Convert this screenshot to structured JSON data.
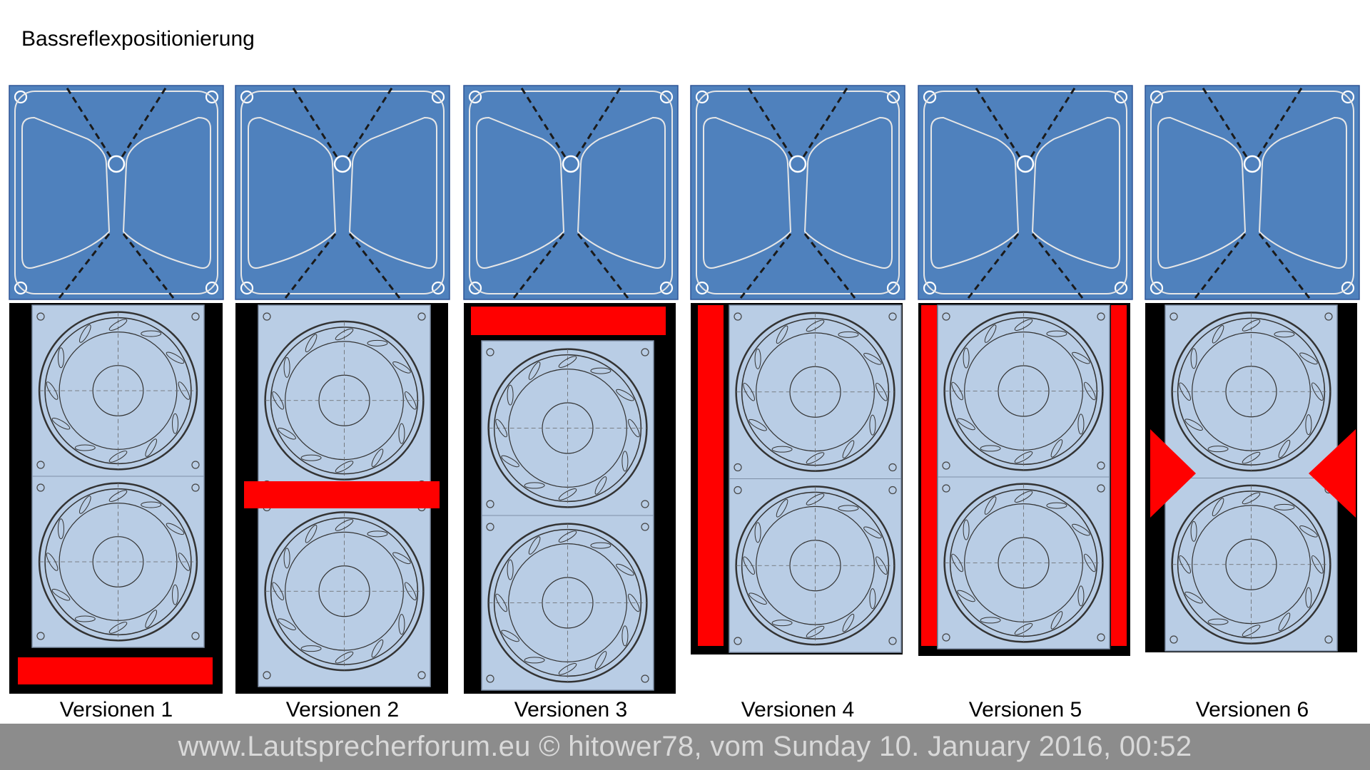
{
  "title": "Bassreflexpositionierung",
  "versions": [
    {
      "label": "Versionen 1",
      "port": "bottom"
    },
    {
      "label": "Versionen 2",
      "port": "middle"
    },
    {
      "label": "Versionen 3",
      "port": "top"
    },
    {
      "label": "Versionen 4",
      "port": "left-side"
    },
    {
      "label": "Versionen 5",
      "port": "both-sides"
    },
    {
      "label": "Versionen 6",
      "port": "triangles"
    }
  ],
  "footer": "www.Lautsprecherforum.eu © hitower78, vom Sunday 10. January 2016, 00:52",
  "colors": {
    "top_panel": "#4f81bd",
    "cabinet": "#000000",
    "driver_panel": "#b9cde5",
    "port": "#ff0000",
    "footer_bg": "#8c8c8c",
    "footer_text": "#d9d9d9"
  }
}
